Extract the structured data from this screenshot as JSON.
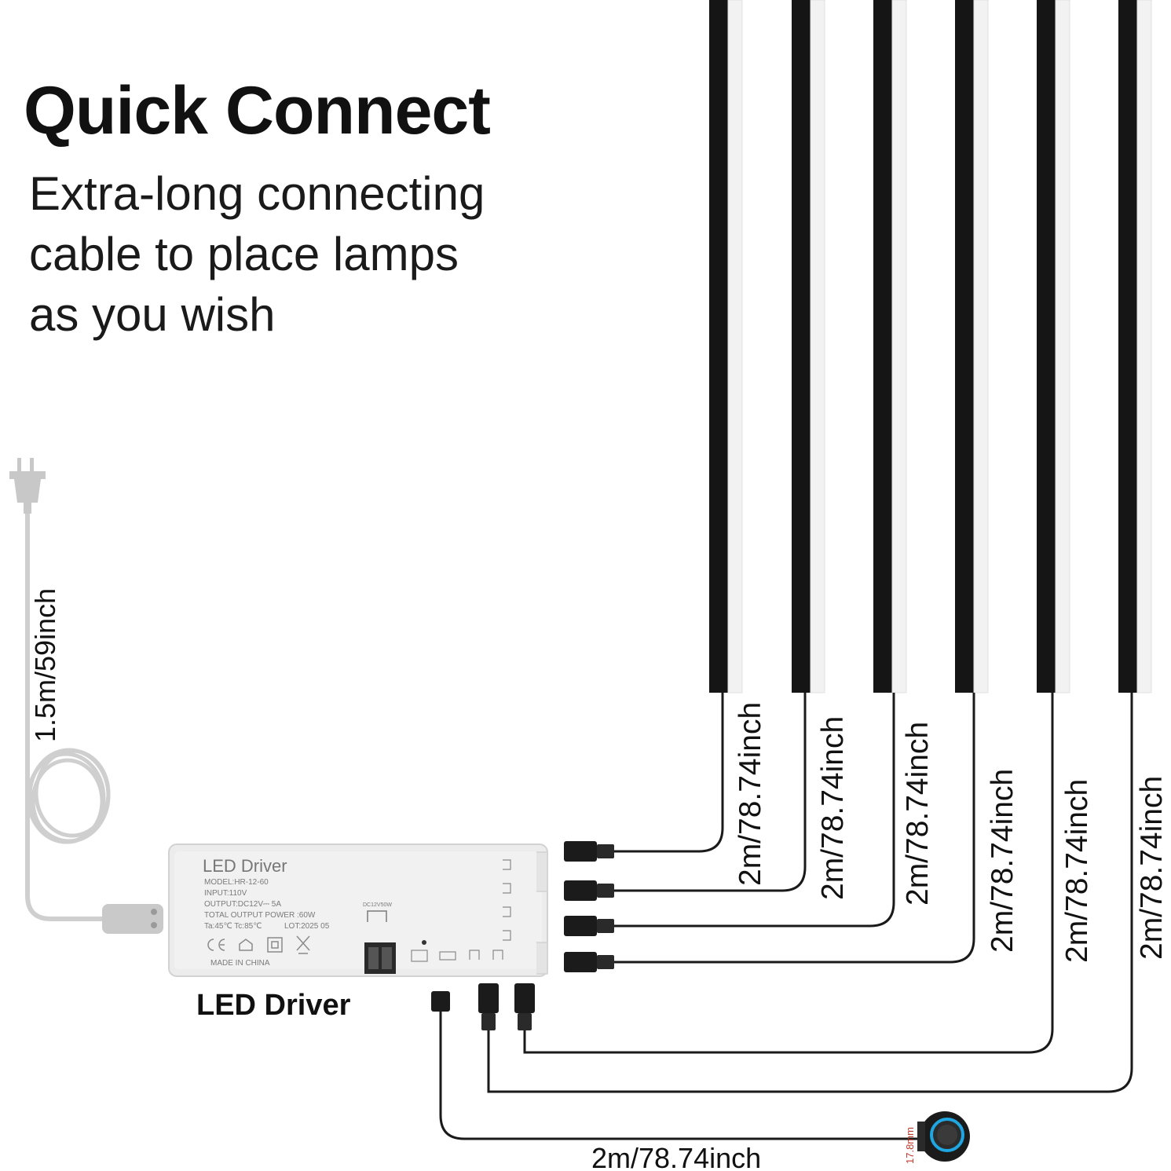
{
  "heading": {
    "title": "Quick Connect",
    "subtitle_lines": [
      "Extra-long connecting",
      "cable to place lamps",
      "as you wish"
    ]
  },
  "power_cord": {
    "length_label": "1.5m/59inch"
  },
  "driver": {
    "caption": "LED Driver",
    "label": {
      "title": "LED Driver",
      "model": "MODEL:HR-12-60",
      "input": "INPUT:110V",
      "output": "OUTPUT:DC12V⎓ 5A",
      "total_power": "TOTAL OUTPUT POWER :60W",
      "temps": "Ta:45℃   Tc:85℃",
      "lot": "LOT:2025 05",
      "made_in": "MADE IN CHINA",
      "port_mark": "DC12V50W"
    }
  },
  "lamp_cables": [
    {
      "length_label": "2m/78.74inch"
    },
    {
      "length_label": "2m/78.74inch"
    },
    {
      "length_label": "2m/78.74inch"
    },
    {
      "length_label": "2m/78.74inch"
    },
    {
      "length_label": "2m/78.74inch"
    },
    {
      "length_label": "2m/78.74inch"
    }
  ],
  "switch": {
    "cable_length_label": "2m/78.74inch",
    "diameter_label": "17.8mm",
    "ring_color": "#1fa6e0"
  },
  "colors": {
    "cable": "#1a1a1a",
    "power_cord": "#cfcfcf",
    "driver_body": "#ececec",
    "lamp_black": "#151515",
    "lamp_white": "#f2f2f2"
  }
}
